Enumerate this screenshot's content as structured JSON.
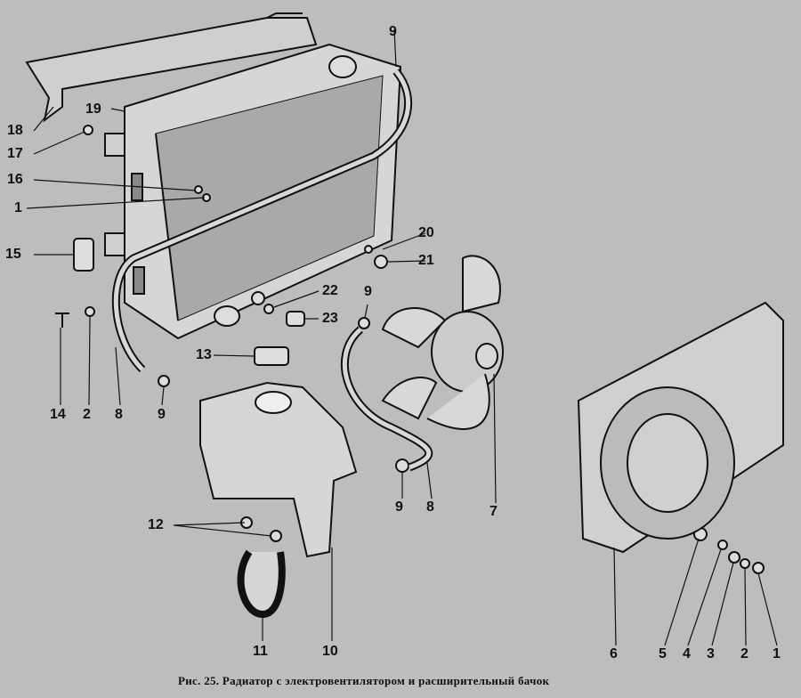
{
  "figure": {
    "caption": "Рис. 25. Радиатор с электровентилятором и расширительный бачок",
    "callouts": [
      "9",
      "18",
      "19",
      "17",
      "16",
      "1",
      "15",
      "20",
      "21",
      "22",
      "23",
      "9",
      "13",
      "14",
      "2",
      "8",
      "9",
      "12",
      "11",
      "10",
      "9",
      "8",
      "7",
      "6",
      "5",
      "4",
      "3",
      "2",
      "1"
    ]
  },
  "colors": {
    "background": "#bdbdbd",
    "ink": "#111111",
    "fill": "#d8d8d8"
  }
}
